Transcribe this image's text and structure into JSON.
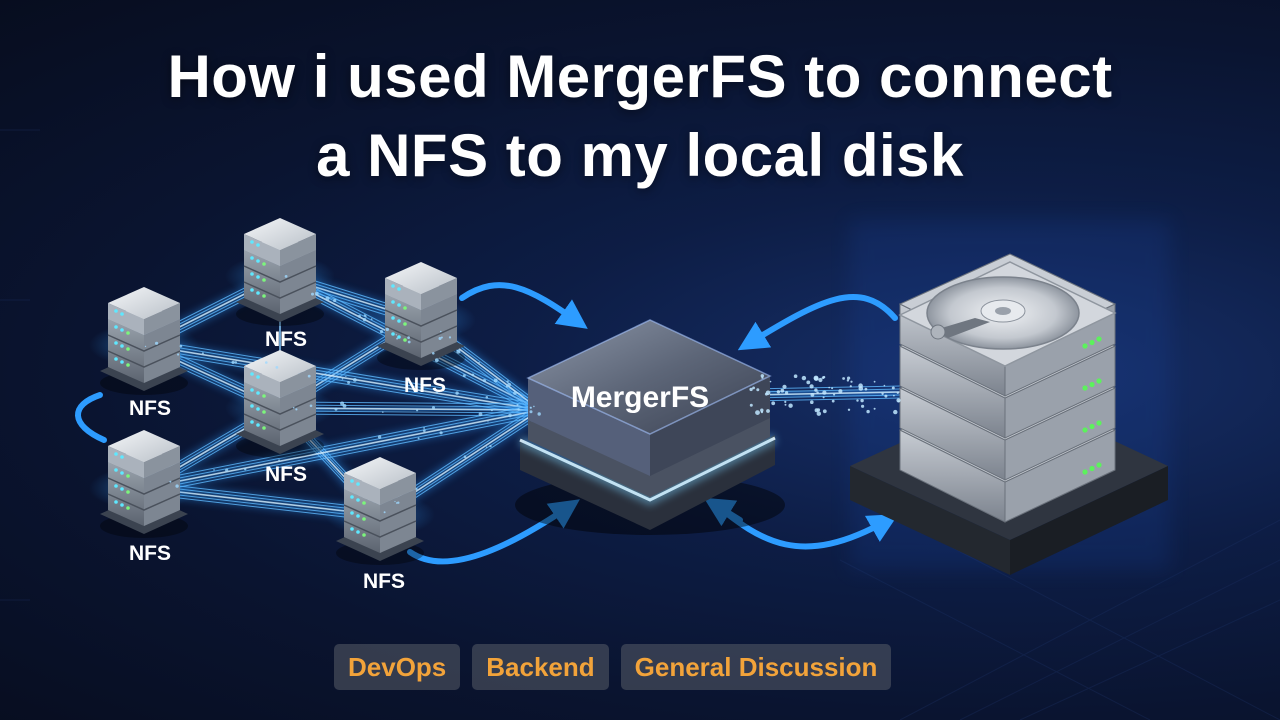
{
  "title": {
    "line1": "How i used MergerFS to connect",
    "line2": "a NFS to my local disk"
  },
  "diagram": {
    "nfs_label": "NFS",
    "nfs_nodes": [
      "NFS",
      "NFS",
      "NFS",
      "NFS",
      "NFS",
      "NFS"
    ],
    "hub_label": "MergerFS",
    "disk_icon": "hard-disk-server-stack-icon",
    "node_icon": "server-rack-icon"
  },
  "tags": [
    "DevOps",
    "Backend",
    "General Discussion"
  ],
  "colors": {
    "background": "#0a1430",
    "accent_blue": "#2d9cff",
    "tag_text": "#f2a33a",
    "tag_bg": "#585c68"
  }
}
